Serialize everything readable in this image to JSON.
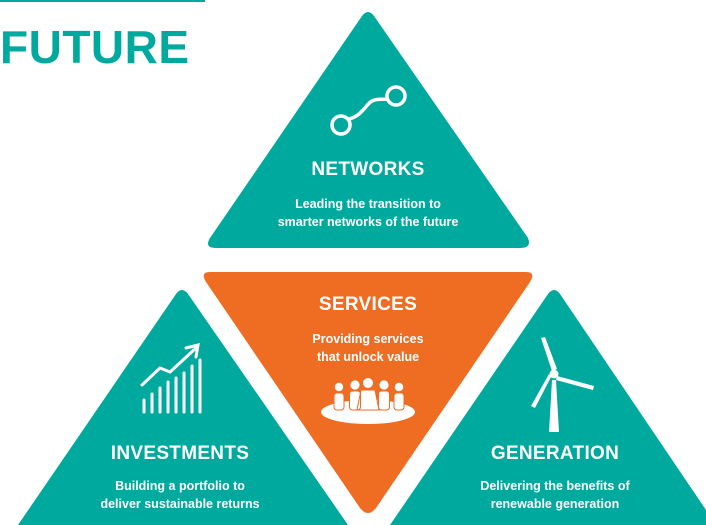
{
  "heading": "FUTURE",
  "colors": {
    "teal": "#00a99d",
    "orange": "#ef6c23",
    "white": "#ffffff"
  },
  "segments": {
    "networks": {
      "title": "NETWORKS",
      "desc": [
        "Leading the transition to",
        "smarter networks of the future"
      ],
      "icon": "connection-nodes-icon"
    },
    "services": {
      "title": "SERVICES",
      "desc": [
        "Providing services",
        "that unlock value"
      ],
      "icon": "people-group-icon"
    },
    "investments": {
      "title": "INVESTMENTS",
      "desc": [
        "Building a portfolio to",
        "deliver sustainable returns"
      ],
      "icon": "growth-chart-icon"
    },
    "generation": {
      "title": "GENERATION",
      "desc": [
        "Delivering the benefits of",
        "renewable generation"
      ],
      "icon": "wind-turbine-icon"
    }
  }
}
